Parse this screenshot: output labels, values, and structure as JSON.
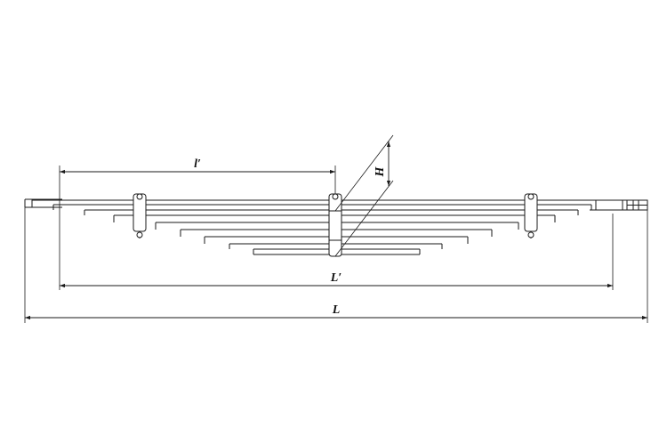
{
  "labels": {
    "arc_length": "l′",
    "height": "H",
    "length_eye_center": "L′",
    "total_length": "L"
  },
  "colors": {
    "line": "#1a1a1a",
    "background": "#ffffff"
  }
}
